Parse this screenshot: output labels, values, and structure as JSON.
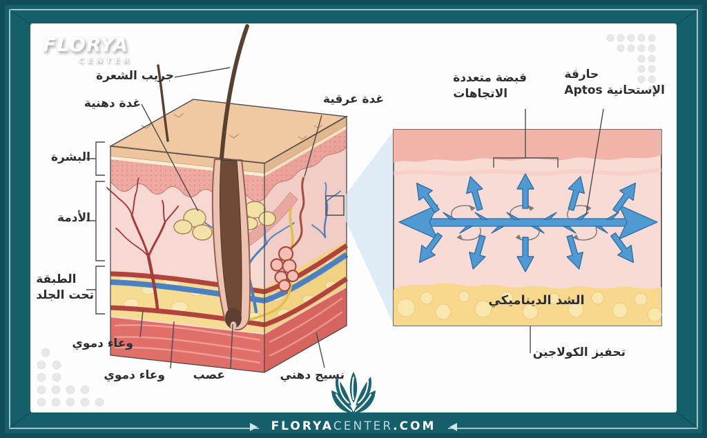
{
  "header_logo": {
    "name": "FLORYA",
    "subtitle": "CENTER"
  },
  "diagram": {
    "skin_labels": {
      "hair_follicle": "جريب الشعرة",
      "sebaceous_gland": "غدة دهنية",
      "sweat_gland": "غدة عرقية",
      "epidermis": "البشرة",
      "dermis": "الأدمة",
      "subcutaneous_line1": "الطبقة",
      "subcutaneous_line2": "تحت الجلد",
      "blood_vessel_upper": "وعاء دموي",
      "blood_vessel_lower": "وعاء دموي",
      "nerve": "عصب",
      "fat_tissue": "نسيج دهني"
    },
    "inset_labels": {
      "grip_line1": "قبضة متعددة",
      "grip_line2": "الاتجاهات",
      "aptos_line1": "حارقة",
      "aptos_line2": "الإستحانية Aptos",
      "dynamic_tension": "الشد الديناميكي",
      "collagen_stimulation": "تحفيز الكولاجين"
    }
  },
  "footer": {
    "brand_bold": "FLORYA",
    "brand_light": "CENTER",
    "tld": ".COM"
  },
  "icons": {
    "plant_logo": "florya-plant-icon",
    "footer_arrow_left": "arrow-line-right",
    "footer_arrow_right": "arrow-line-left"
  },
  "colors": {
    "frame_teal": "#155f6b",
    "thread_blue": "#4f9ad2",
    "skin_pink": "#f8d8d2",
    "fat_yellow": "#f6dc92",
    "muscle_red": "#e06f6a"
  }
}
